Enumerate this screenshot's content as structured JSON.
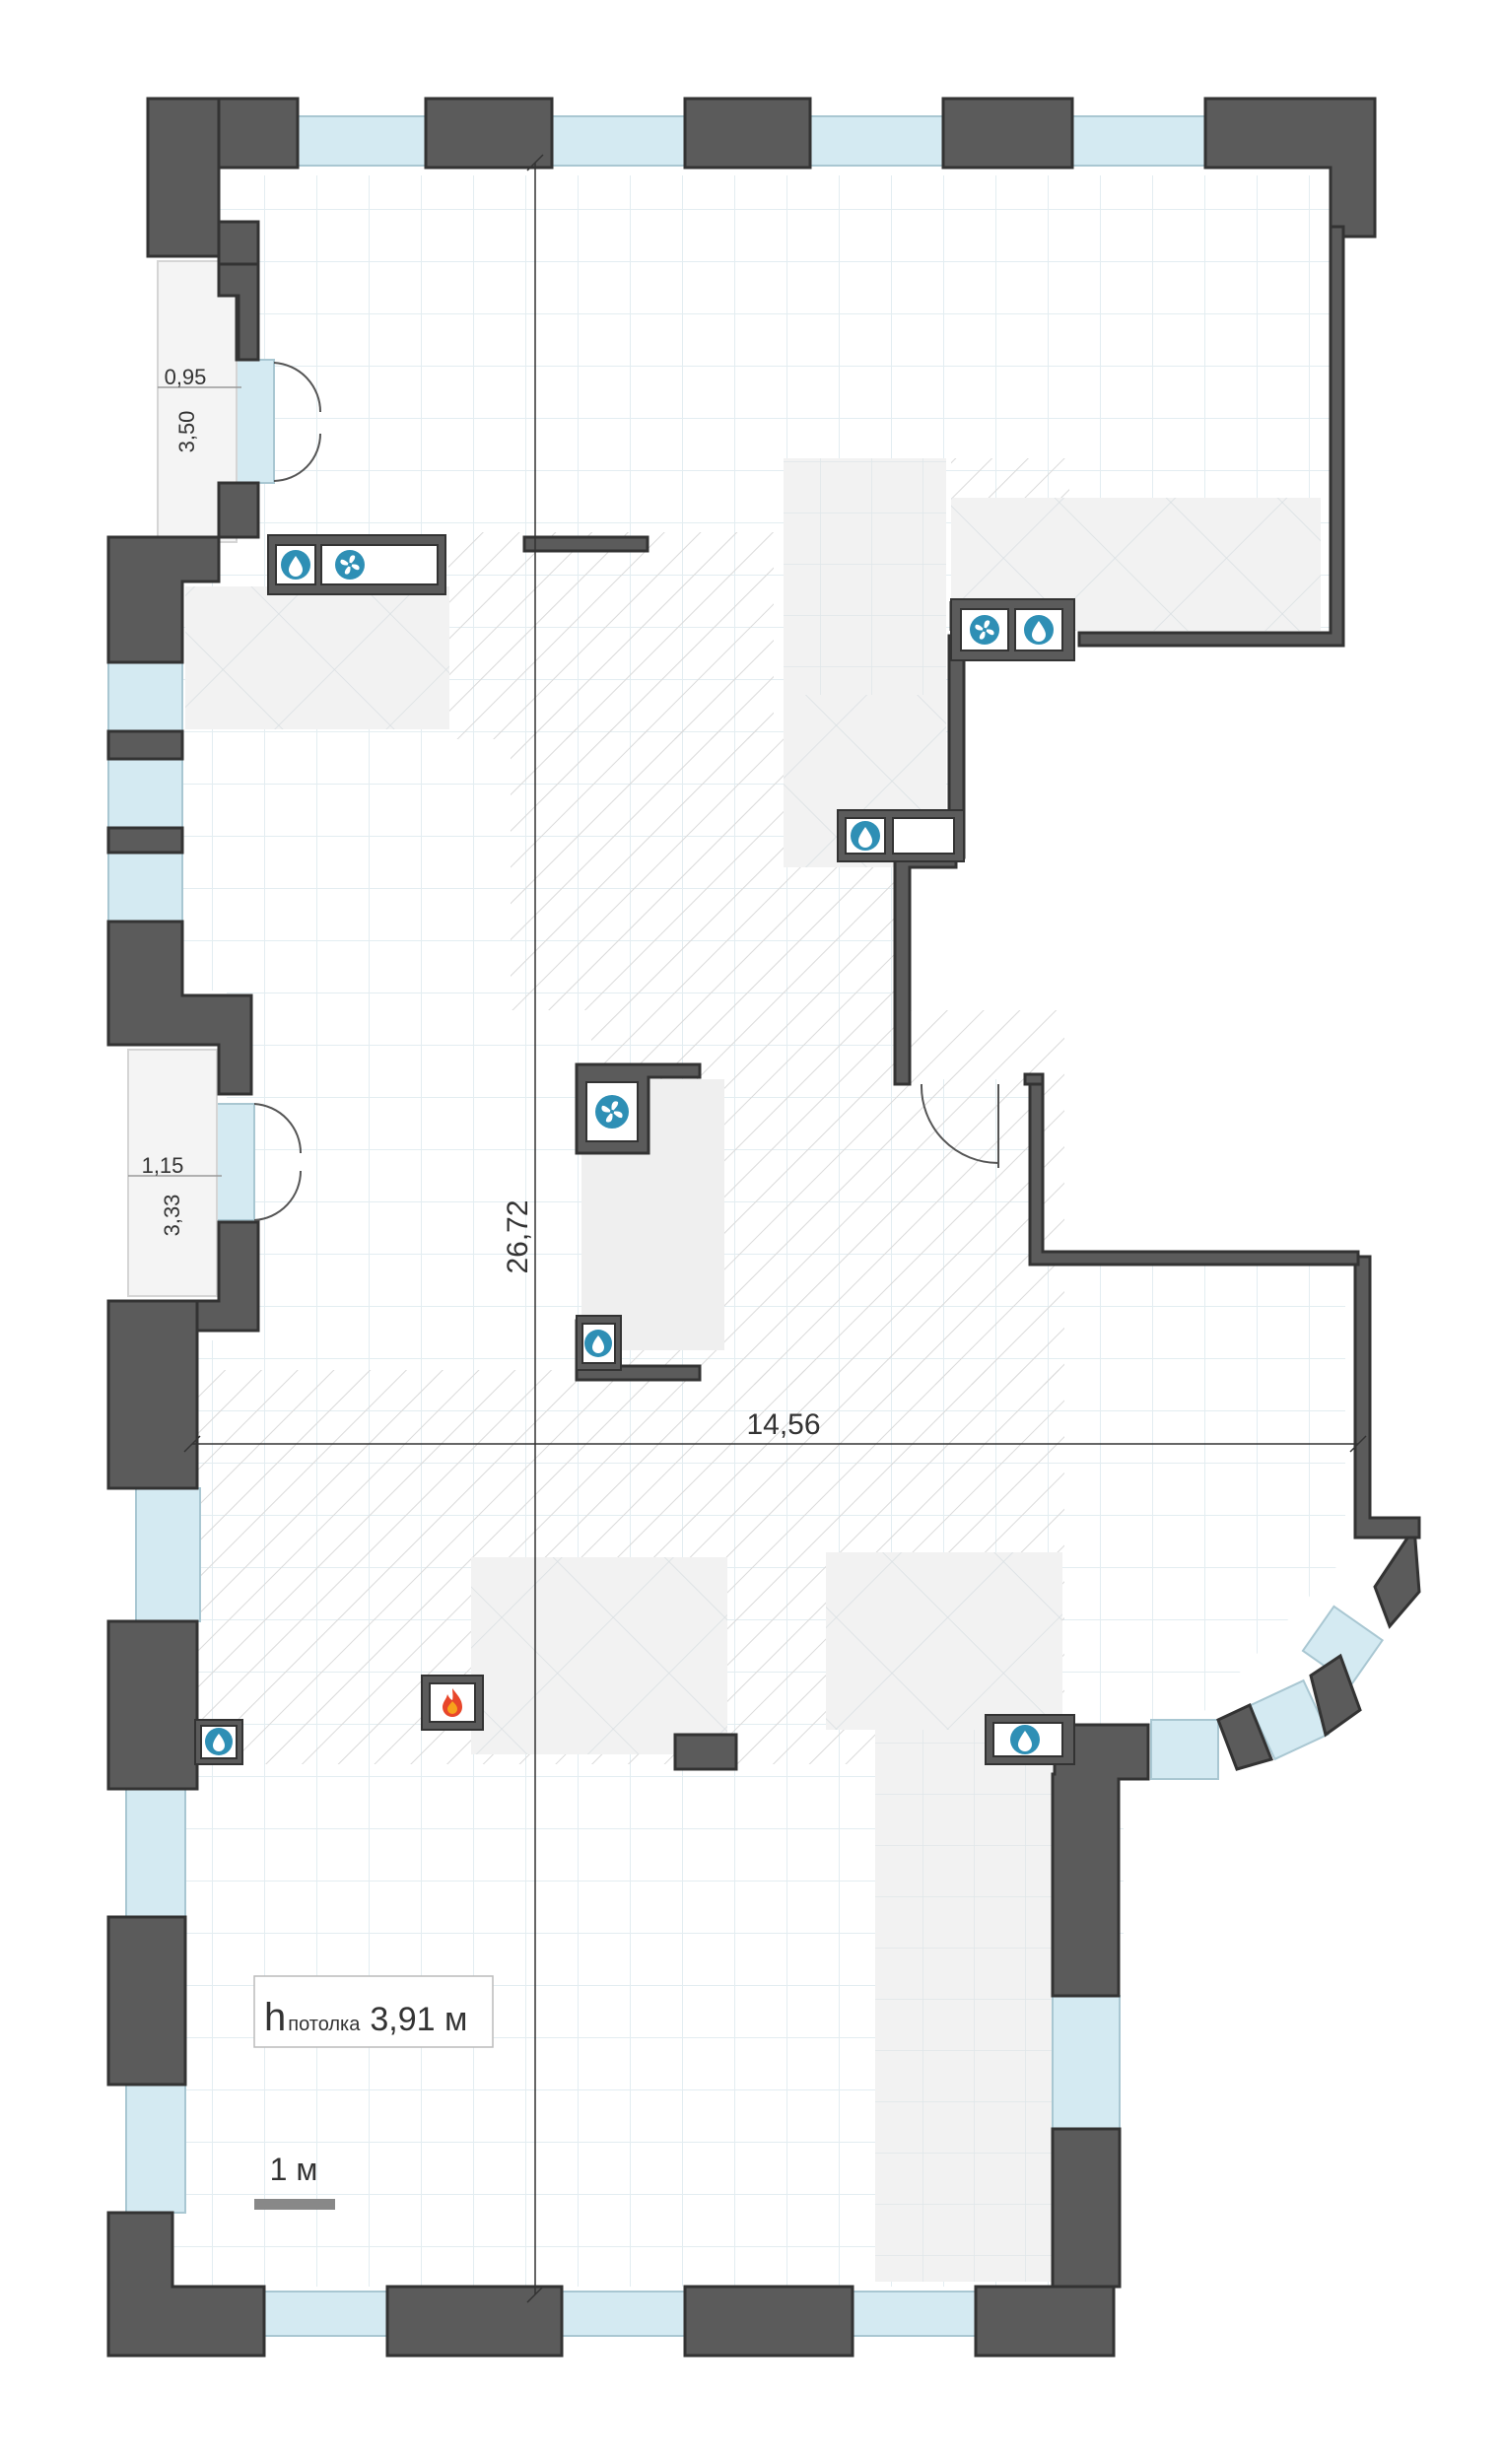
{
  "dimensions": {
    "height_total": "26,72",
    "width_total": "14,56",
    "door_top_width": "0,95",
    "door_top_depth": "3,50",
    "door_mid_width": "1,15",
    "door_mid_depth": "3,33"
  },
  "ceiling": {
    "symbol": "h",
    "label": "потолка",
    "value": "3,91 м"
  },
  "scale": {
    "label": "1 м"
  },
  "colors": {
    "wall": "#5a5a5a",
    "wall_outline": "#3a3a3a",
    "window": "#d4eaf2",
    "grid": "#e4eef2",
    "hatch": "#dcdcdc",
    "tile_fill": "#f1f1f1",
    "icon_water": "#2e8fb5",
    "icon_fire": "#e8462a"
  },
  "icons": {
    "water": "water-drop-icon",
    "vent": "ventilation-fan-icon",
    "fire": "fireplace-flame-icon"
  }
}
